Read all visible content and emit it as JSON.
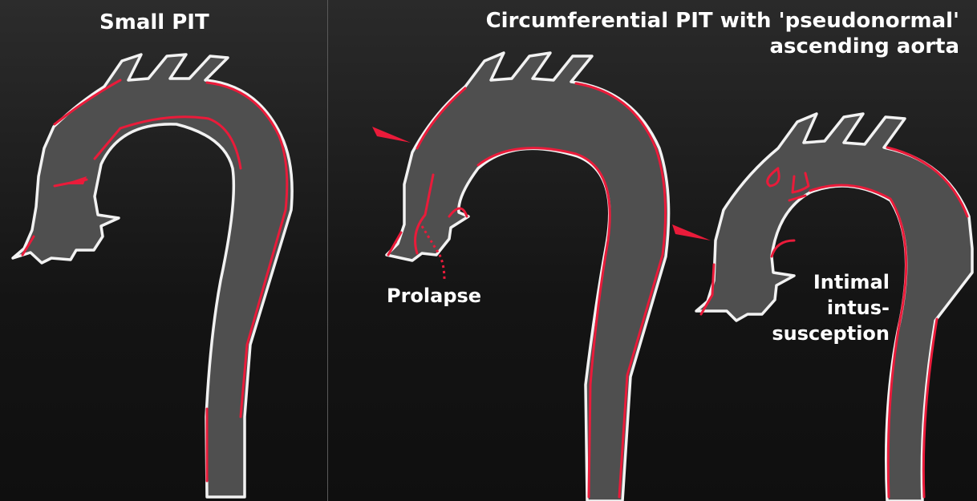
{
  "panels": {
    "left": {
      "title": "Small PIT"
    },
    "right": {
      "title_line1": "Circumferential PIT with 'pseudonormal'",
      "title_line2": "ascending aorta"
    }
  },
  "annotations": {
    "prolapse": "Prolapse",
    "intimal_line1": "Intimal",
    "intimal_line2": "intus-",
    "intimal_line3": "susception"
  },
  "colors": {
    "background": "#171717",
    "vessel_fill": "#4f4f4f",
    "vessel_outline": "#f2f2f2",
    "flap_red": "#ea1b3a"
  }
}
